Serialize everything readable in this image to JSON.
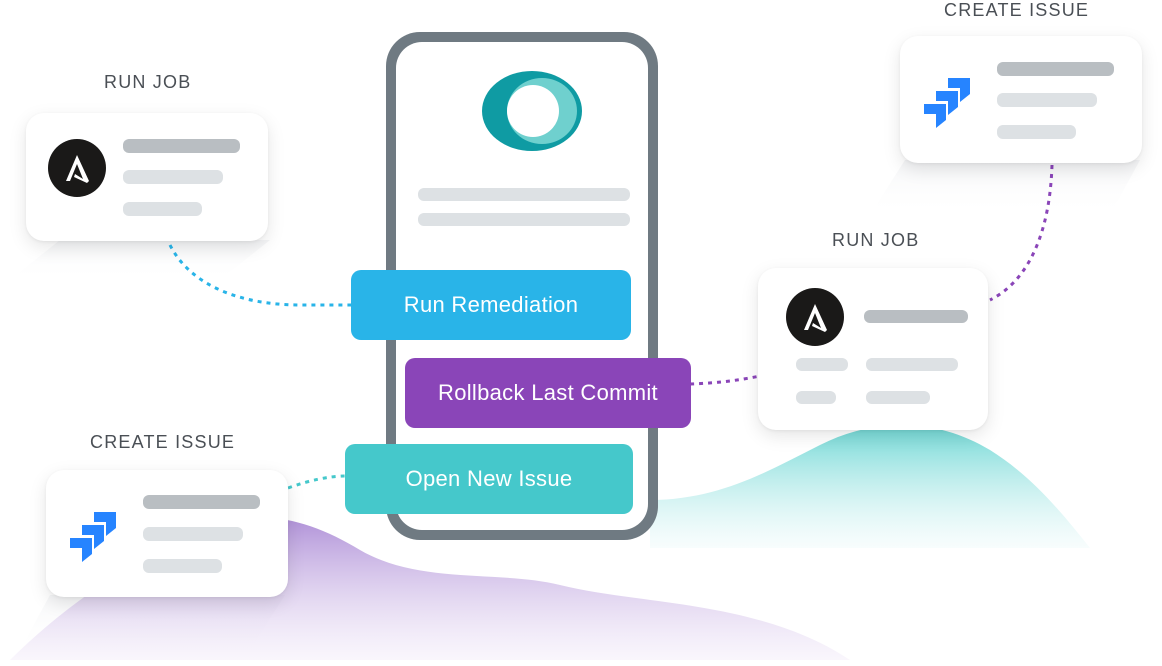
{
  "labels": {
    "run_job_left": "RUN JOB",
    "create_issue_top": "CREATE ISSUE",
    "run_job_right": "RUN JOB",
    "create_issue_bottom": "CREATE ISSUE"
  },
  "actions": {
    "run_remediation": "Run Remediation",
    "rollback_last_commit": "Rollback Last Commit",
    "open_new_issue": "Open New Issue"
  },
  "icons": {
    "ansible": "ansible-logo-icon",
    "jira": "jira-logo-icon",
    "app": "app-ring-logo-icon"
  },
  "colors": {
    "run_remediation": "#29b4e8",
    "rollback_last_commit": "#8a45b8",
    "open_new_issue": "#45c8cb",
    "connector_blue": "#29b4e8",
    "connector_purple": "#8a45b8",
    "connector_teal": "#45c8cb",
    "jira_blue": "#2684ff",
    "ansible_black": "#1a1918"
  }
}
